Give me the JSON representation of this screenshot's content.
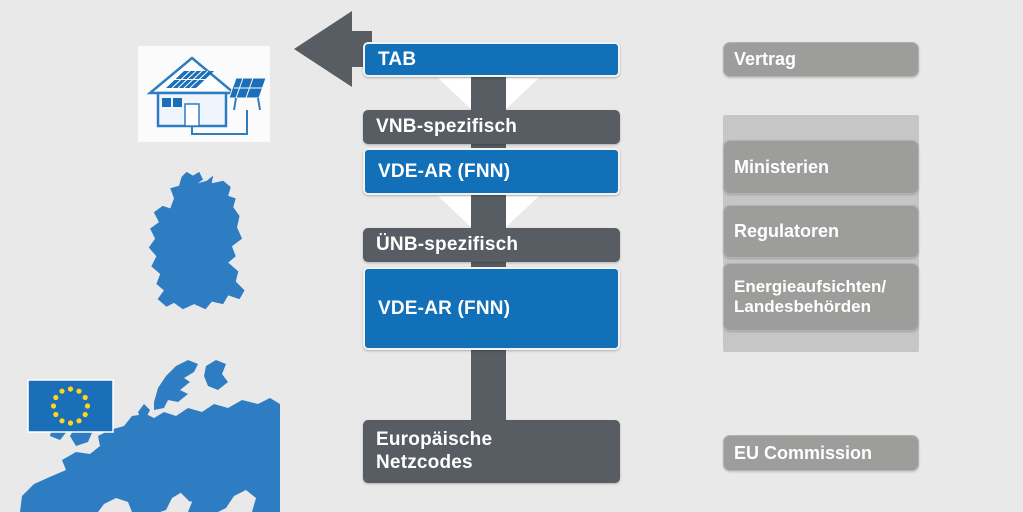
{
  "colors": {
    "background": "#e9e9e9",
    "blue_box": "#1170b8",
    "dark_box": "#575d63",
    "gray_box": "#9d9d9c",
    "gray_track": "#c6c6c6",
    "map_blue": "#2e7dc2",
    "panel_blue": "#1b6fb8",
    "star_yellow": "#ffd617"
  },
  "middle_column": {
    "boxes": [
      {
        "label": "TAB",
        "style": "blue"
      },
      {
        "label": "VNB-spezifisch",
        "style": "dark"
      },
      {
        "label": "VDE-AR (FNN)",
        "style": "blue"
      },
      {
        "label": "ÜNB-spezifisch",
        "style": "dark"
      },
      {
        "label": "VDE-AR (FNN)",
        "style": "blue"
      },
      {
        "label_line1": "Europäische",
        "label_line2": "Netzcodes",
        "style": "dark"
      }
    ]
  },
  "right_column": {
    "boxes": [
      {
        "label": "Vertrag"
      },
      {
        "label": "Ministerien"
      },
      {
        "label": "Regulatoren"
      },
      {
        "label_line1": "Energieaufsichten/",
        "label_line2": "Landesbehörden"
      },
      {
        "label": "EU Commission"
      }
    ]
  },
  "images": {
    "house": "house-with-solar-panels",
    "germany": "germany-map",
    "europe": "europe-map-with-eu-flag"
  }
}
